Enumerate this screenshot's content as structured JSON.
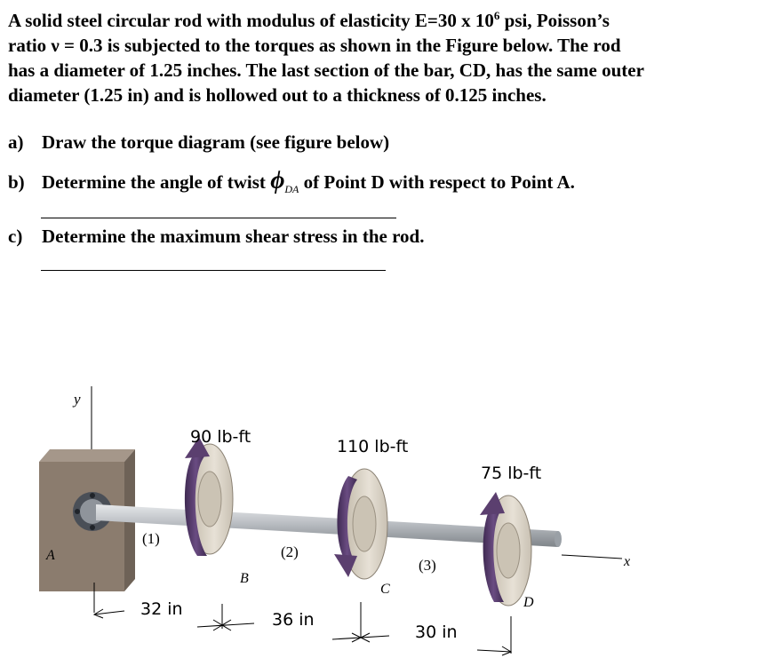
{
  "problem": {
    "line1": "A solid steel circular rod  with modulus of elasticity E=30 x 10",
    "line1_sup": "6",
    "line1_end": " psi, Poisson’s",
    "line2": "ratio ν = 0.3 is subjected to the torques as shown in the Figure below.  The rod",
    "line3": "has a diameter of 1.25 inches.  The last section of the bar, CD, has the same outer",
    "line4": "diameter (1.25 in) and is hollowed out to a thickness of 0.125 inches."
  },
  "questions": [
    {
      "label": "a)",
      "text": "Draw the torque diagram (see figure below)"
    },
    {
      "label": "b)",
      "text_before": "Determine the angle of twist ",
      "symbol": "ϕ",
      "subscript": "DA",
      "text_after": " of Point D with respect to Point A."
    },
    {
      "label": "c)",
      "text": "Determine the maximum shear stress in the rod."
    }
  ],
  "figure": {
    "axis_y": "y",
    "axis_x": "x",
    "torques": [
      "90 lb-ft",
      "110 lb-ft",
      "75 lb-ft"
    ],
    "points": [
      "A",
      "B",
      "C",
      "D"
    ],
    "segments": [
      "(1)",
      "(2)",
      "(3)"
    ],
    "lengths": [
      "32 in",
      "36 in",
      "30 in"
    ],
    "colors": {
      "wall": "#8b7c6e",
      "shaft": "#b9bdc2",
      "disk": "#d8d2c6",
      "arrow": "#5b3f6f"
    }
  }
}
